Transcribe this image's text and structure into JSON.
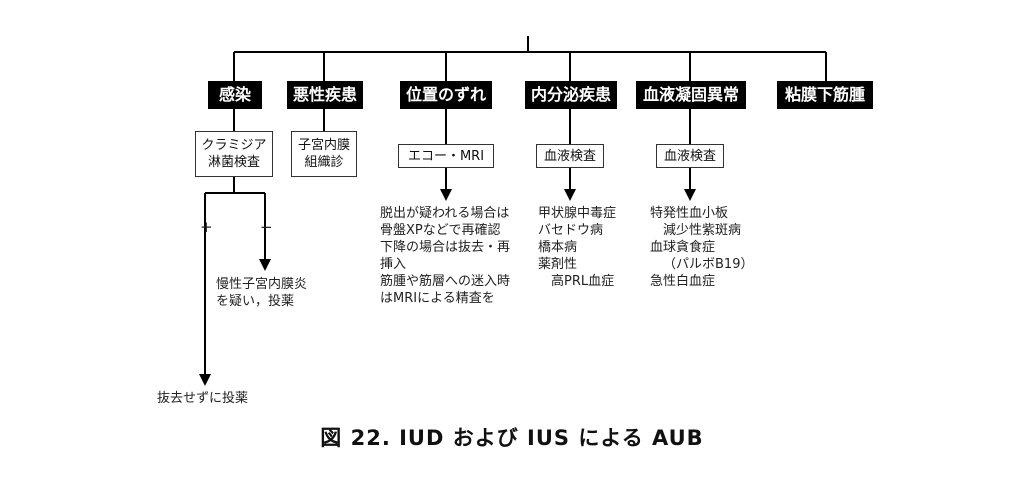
{
  "categories": [
    {
      "label": "感染"
    },
    {
      "label": "悪性疾患"
    },
    {
      "label": "位置のずれ"
    },
    {
      "label": "内分泌疾患"
    },
    {
      "label": "血液凝固異常"
    },
    {
      "label": "粘膜下筋腫"
    }
  ],
  "infection": {
    "test_line1": "クラミジア",
    "test_line2": "淋菌検査",
    "plus": "+",
    "minus": "−",
    "minus_result_line1": "慢性子宮内膜炎",
    "minus_result_line2": "を疑い，投薬",
    "plus_result": "抜去せずに投薬"
  },
  "malignancy": {
    "test_line1": "子宮内膜",
    "test_line2": "組織診"
  },
  "displacement": {
    "test": "エコー・MRI",
    "result_lines": [
      "脱出が疑われる場合は",
      "骨盤XPなどで再確認",
      "下降の場合は抜去・再",
      "挿入",
      "筋腫や筋層への迷入時",
      "はMRIによる精査を"
    ]
  },
  "endocrine": {
    "test": "血液検査",
    "result_lines": [
      "甲状腺中毒症",
      "バセドウ病",
      "橋本病",
      "薬剤性",
      "高PRL血症"
    ]
  },
  "coagulation": {
    "test": "血液検査",
    "result_lines": [
      "特発性血小板",
      "減少性紫斑病",
      "血球貪食症",
      "（パルボB19）",
      "急性白血症"
    ]
  },
  "caption": "図 22.  IUD および IUS による AUB"
}
